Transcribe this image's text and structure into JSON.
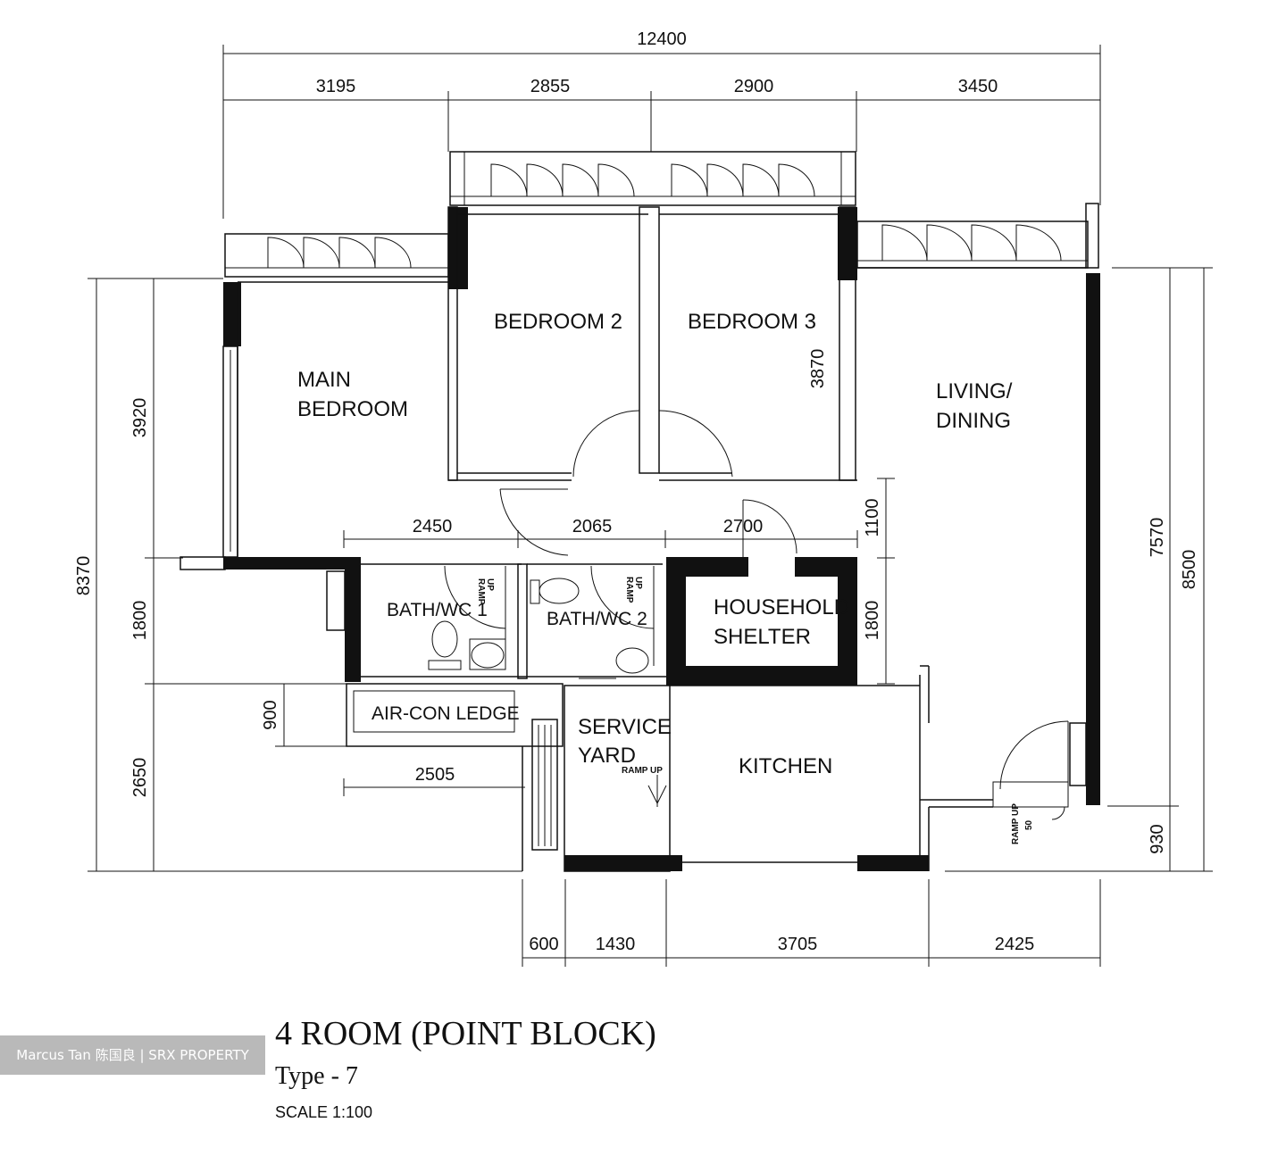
{
  "dimensions": {
    "overall_top": "12400",
    "top": [
      "3195",
      "2855",
      "2900",
      "3450"
    ],
    "left_outer": "8370",
    "left_inner": [
      "3920",
      "1800",
      "2650"
    ],
    "ledge_height": "900",
    "right_outer": "8500",
    "right_inner": [
      "7570",
      "930"
    ],
    "center_vertical": [
      "1100",
      "1800"
    ],
    "bedroom3_height": "3870",
    "mid_horizontal": [
      "2450",
      "2065",
      "2700"
    ],
    "ledge_width": "2505",
    "bottom": [
      "600",
      "1430",
      "3705",
      "2425"
    ]
  },
  "rooms": {
    "main_bedroom": [
      "MAIN",
      "BEDROOM"
    ],
    "bedroom2": "BEDROOM 2",
    "bedroom3": "BEDROOM 3",
    "living_dining": [
      "LIVING/",
      "DINING"
    ],
    "bath1": "BATH/WC 1",
    "bath2": "BATH/WC 2",
    "shelter": [
      "HOUSEHOLD",
      "SHELTER"
    ],
    "aircon": "AIR-CON LEDGE",
    "service_yard": [
      "SERVICE",
      "YARD"
    ],
    "kitchen": "KITCHEN"
  },
  "ramps": {
    "ramp": "RAMP",
    "up": "UP",
    "ramp_up": "RAMP UP",
    "entrance": [
      "RAMP",
      "UP",
      "50"
    ]
  },
  "caption": {
    "title": "4 ROOM (POINT BLOCK)",
    "type": "Type - 7",
    "scale": "SCALE 1:100"
  },
  "watermark": "Marcus Tan 陈国良 | SRX PROPERTY"
}
